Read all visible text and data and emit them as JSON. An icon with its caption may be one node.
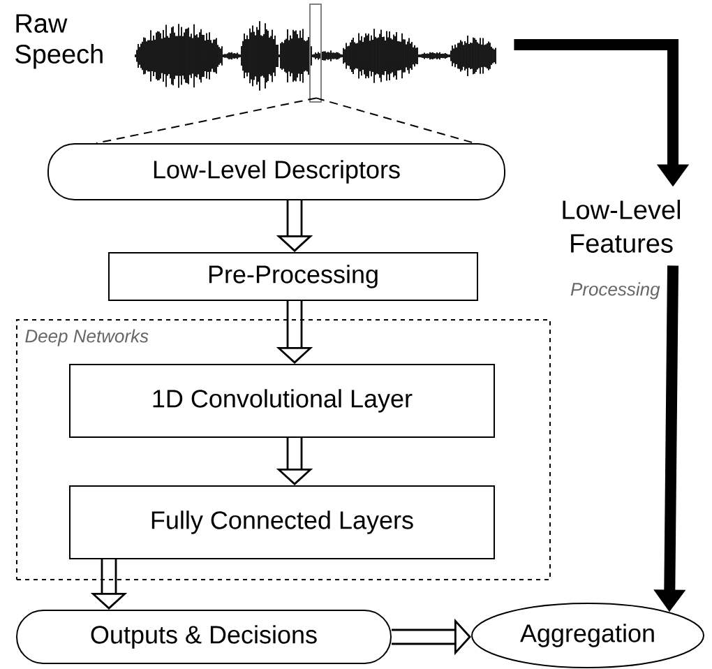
{
  "diagram": {
    "nodes": [
      {
        "text": [],
        "shape": "picture",
        "beside": [
          "Raw Speech"
        ]
      },
      {
        "text": [
          "Low-Level Descriptors"
        ]
      },
      {
        "text": [
          "Low-Level Features"
        ]
      },
      {
        "text": [
          "Pre-Processing"
        ]
      },
      {
        "text": [
          "Deep Networks"
        ]
      },
      {
        "text": [
          "1D Convolutional Layer"
        ],
        "in": 4
      },
      {
        "text": [
          "Fully Connected Layers"
        ],
        "in": 4
      },
      {
        "text": [
          "Outputs & Decisions"
        ]
      },
      {
        "text": [
          "Aggregation"
        ]
      }
    ],
    "edges": [
      {
        "from": 0,
        "to": 1,
        "arrow": "none",
        "style": "dashed"
      },
      {
        "from": 0,
        "to": 2,
        "arrow": "to",
        "style": "thick"
      },
      {
        "from": 1,
        "to": 3,
        "arrow": "to"
      },
      {
        "from": 3,
        "to": 5,
        "arrow": "to"
      },
      {
        "from": 5,
        "to": 6,
        "arrow": "to"
      },
      {
        "from": 6,
        "to": 7,
        "arrow": "to"
      },
      {
        "from": 7,
        "to": 8,
        "arrow": "to"
      },
      {
        "from": 2,
        "to": 8,
        "arrow": "to",
        "style": "thick",
        "label": "Processing"
      }
    ]
  }
}
